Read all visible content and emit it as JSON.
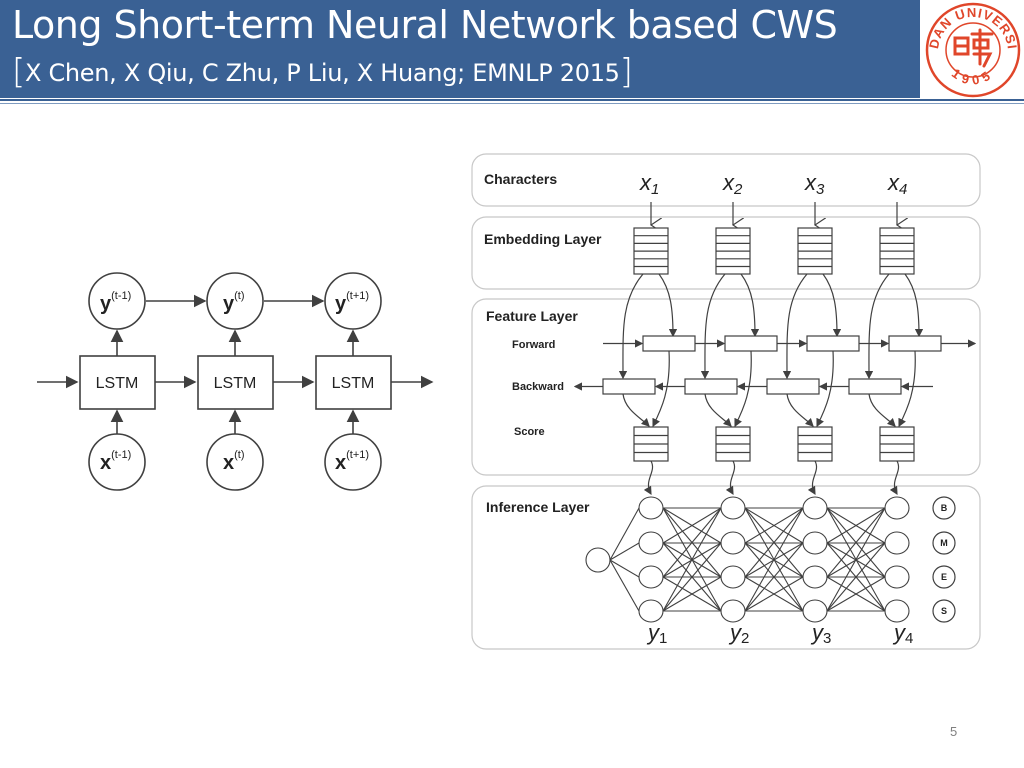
{
  "slide": {
    "title": "Long Short-term Neural Network based CWS",
    "citation_open": "[",
    "citation": "X Chen, X Qiu, C Zhu, P Liu, X Huang; EMNLP 2015",
    "citation_close": "]",
    "page_number": "5",
    "logo": {
      "name": "fudan-university-seal",
      "top_text": "FUDAN UNIVERSITY",
      "year": "1905",
      "color": "#e0462a"
    },
    "colors": {
      "header_bg": "#3a6194",
      "header_text": "#ffffff"
    }
  },
  "lstm_diagram": {
    "outputs": [
      {
        "base": "y",
        "sup": "(t-1)"
      },
      {
        "base": "y",
        "sup": "(t)"
      },
      {
        "base": "y",
        "sup": "(t+1)"
      }
    ],
    "cells": [
      "LSTM",
      "LSTM",
      "LSTM"
    ],
    "inputs": [
      {
        "base": "x",
        "sup": "(t-1)"
      },
      {
        "base": "x",
        "sup": "(t)"
      },
      {
        "base": "x",
        "sup": "(t+1)"
      }
    ]
  },
  "cws_diagram": {
    "layers": {
      "characters": "Characters",
      "embedding": "Embedding Layer",
      "feature": "Feature Layer",
      "inference": "Inference Layer"
    },
    "feature_rows": {
      "forward": "Forward",
      "backward": "Backward",
      "score": "Score"
    },
    "inputs": [
      {
        "base": "x",
        "sub": "1"
      },
      {
        "base": "x",
        "sub": "2"
      },
      {
        "base": "x",
        "sub": "3"
      },
      {
        "base": "x",
        "sub": "4"
      }
    ],
    "outputs": [
      {
        "base": "y",
        "sub": "1"
      },
      {
        "base": "y",
        "sub": "2"
      },
      {
        "base": "y",
        "sub": "3"
      },
      {
        "base": "y",
        "sub": "4"
      }
    ],
    "tags": [
      "B",
      "M",
      "E",
      "S"
    ]
  }
}
